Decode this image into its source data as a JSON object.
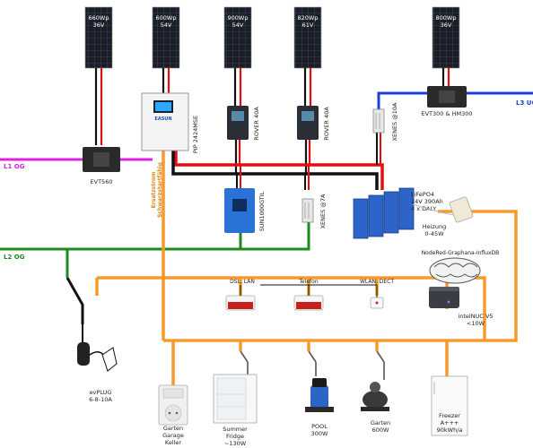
{
  "panels": [
    {
      "watt": "660Wp",
      "volt": "36V"
    },
    {
      "watt": "600Wp",
      "volt": "54V"
    },
    {
      "watt": "900Wp",
      "volt": "54V"
    },
    {
      "watt": "820Wp",
      "volt": "61V"
    },
    {
      "watt": "800Wp",
      "volt": "36V"
    }
  ],
  "devices": {
    "inverter_main": "PIP 2424MSE",
    "inverter_brand": "EASUN",
    "rover1": "ROVER 40A",
    "rover2": "ROVER 40A",
    "xenes1": "XENES @10A",
    "xenes2": "XENES @7A",
    "sun": "SUN1000GTIL",
    "evt560": "EVT560",
    "evt300": "EVT300 & HM300"
  },
  "battery": {
    "line1": "LiFePO4",
    "line2": "24V 390Ah",
    "line3": "4 x DALY"
  },
  "heater": {
    "line1": "Heizung",
    "line2": "0-45W"
  },
  "nodered": "NodeRed-Graphana-InfluxDB",
  "nuc": {
    "line1": "intelNUC V5",
    "line2": "<10W"
  },
  "labels": {
    "l1": "L1 OG",
    "l2": "L2 OG",
    "l3": "L3 UG",
    "ersatz1": "Ersatzstrom",
    "ersatz2": "Schwarzstartfähig",
    "dsl": "DSL, LAN",
    "telefon": "Telefon",
    "wlan": "WLAN, DECT"
  },
  "loads": {
    "evplug": {
      "line1": "evPLUG",
      "line2": "6-8-10A"
    },
    "garten": {
      "line1": "Garten",
      "line2": "Garage",
      "line3": "Keller"
    },
    "fridge": {
      "line1": "Summer",
      "line2": "Fridge",
      "line3": "~130W"
    },
    "pool": {
      "line1": "POOL",
      "line2": "300W"
    },
    "garten2": {
      "line1": "Garten",
      "line2": "600W"
    },
    "freezer": {
      "line1": "Freezer",
      "line2": "A+++",
      "line3": "90kWh/a"
    }
  },
  "colors": {
    "l1": "#e020e0",
    "l2": "#1e8a1e",
    "l3": "#1f3fd6",
    "orange": "#f79a2e",
    "red": "#e01010",
    "black": "#111111",
    "blue_dev": "#2a72d6"
  }
}
